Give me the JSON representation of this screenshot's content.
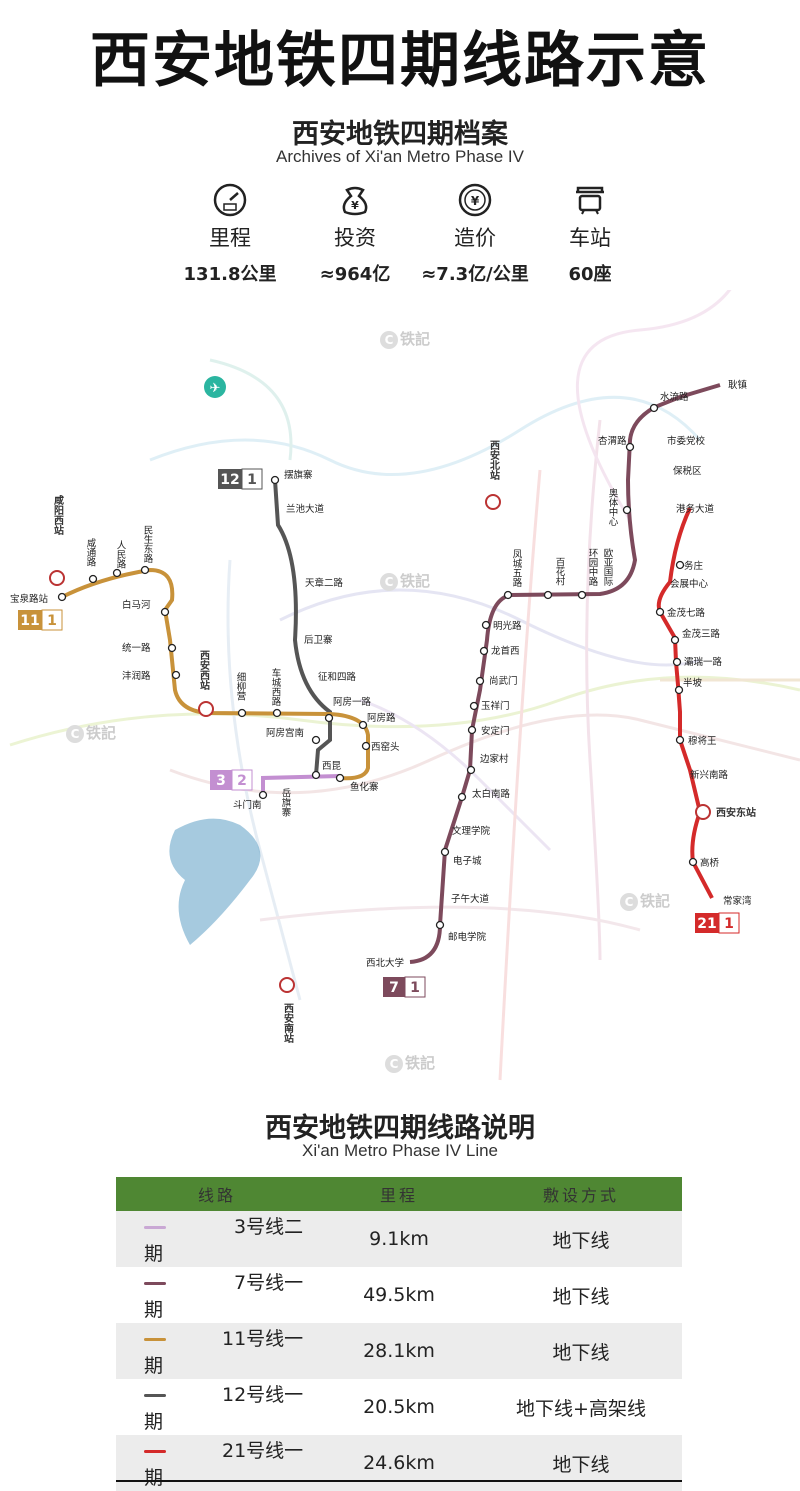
{
  "header": {
    "title": "西安地铁四期线路示意",
    "archive_cn": "西安地铁四期档案",
    "archive_en": "Archives of Xi'an Metro Phase IV"
  },
  "stats": [
    {
      "icon": "speedometer-icon",
      "label": "里程",
      "value": "131.8公里"
    },
    {
      "icon": "yuan-bag-icon",
      "label": "投资",
      "value": "≈964亿"
    },
    {
      "icon": "yuan-coin-icon",
      "label": "造价",
      "value": "≈7.3亿/公里"
    },
    {
      "icon": "station-icon",
      "label": "车站",
      "value": "60座"
    }
  ],
  "watermark": "铁記",
  "map": {
    "line12": {
      "number": "12",
      "phase": "1",
      "color": "#555555",
      "stations": [
        "摆旗寨",
        "兰池大道",
        "天章二路",
        "后卫寨",
        "征和四路",
        "阿房一路",
        "阿房宫南",
        "西昆"
      ]
    },
    "line11": {
      "number": "11",
      "phase": "1",
      "color": "#c8923a",
      "stations": [
        "宝泉路站",
        "咸通路",
        "人民路",
        "民生东路",
        "白马河",
        "统一路",
        "沣润路",
        "细柳营",
        "车城西路",
        "阿房路",
        "西窑头"
      ]
    },
    "line3": {
      "number": "3",
      "phase": "2",
      "color": "#c38fd1",
      "stations": [
        "斗门南",
        "岳旗寨",
        "鱼化寨"
      ]
    },
    "line7": {
      "number": "7",
      "phase": "1",
      "color": "#7d4a5c",
      "stations": [
        "耿镇",
        "水流路",
        "杏渭路",
        "奥体中心",
        "欧亚国际",
        "环园中路",
        "百花村",
        "凤城五路",
        "明光路",
        "龙首西",
        "尚武门",
        "玉祥门",
        "安定门",
        "边家村",
        "太白南路",
        "文理学院",
        "电子城",
        "子午大道",
        "邮电学院",
        "西北大学"
      ]
    },
    "line21": {
      "number": "21",
      "phase": "1",
      "color": "#d42a2a",
      "stations": [
        "市委党校",
        "保税区",
        "港务大道",
        "务庄",
        "会展中心",
        "金茂七路",
        "金茂三路",
        "灞瑞一路",
        "半坡",
        "穆将王",
        "新兴南路",
        "高桥",
        "常家湾"
      ]
    },
    "rail_stations": [
      "咸阳西站",
      "西安西站",
      "西安北站",
      "西安东站",
      "西安南站"
    ]
  },
  "table": {
    "title_cn": "西安地铁四期线路说明",
    "title_en": "Xi'an Metro Phase IV Line",
    "headers": [
      "线路",
      "里程",
      "敷设方式"
    ],
    "rows": [
      {
        "color": "#c9a8d4",
        "line": "3号线二期",
        "length": "9.1km",
        "method": "地下线"
      },
      {
        "color": "#7d4a5c",
        "line": "7号线一期",
        "length": "49.5km",
        "method": "地下线"
      },
      {
        "color": "#c8923a",
        "line": "11号线一期",
        "length": "28.1km",
        "method": "地下线"
      },
      {
        "color": "#555555",
        "line": "12号线一期",
        "length": "20.5km",
        "method": "地下线+高架线"
      },
      {
        "color": "#d42a2a",
        "line": "21号线一期",
        "length": "24.6km",
        "method": "地下线"
      }
    ]
  }
}
